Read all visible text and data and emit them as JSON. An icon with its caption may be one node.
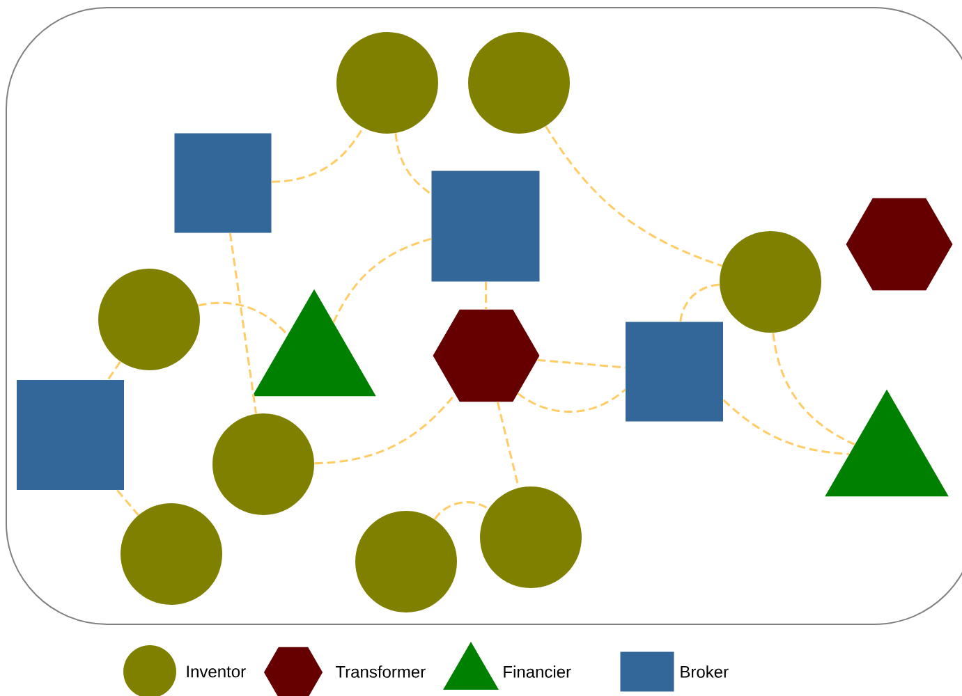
{
  "diagram": {
    "nodes": [
      {
        "text": [],
        "shape": "circle"
      },
      {
        "text": [],
        "shape": "circle"
      },
      {
        "text": [],
        "shape": "box"
      },
      {
        "text": [],
        "shape": "box"
      },
      {
        "text": [],
        "shape": "hexagon"
      },
      {
        "text": [],
        "shape": "circle"
      },
      {
        "text": [],
        "shape": "circle"
      },
      {
        "text": [],
        "shape": "triangle"
      },
      {
        "text": [],
        "shape": "hexagon"
      },
      {
        "text": [],
        "shape": "box"
      },
      {
        "text": [],
        "shape": "box"
      },
      {
        "text": [],
        "shape": "triangle"
      },
      {
        "text": [],
        "shape": "circle"
      },
      {
        "text": [],
        "shape": "circle"
      },
      {
        "text": [],
        "shape": "circle"
      },
      {
        "text": [],
        "shape": "circle"
      }
    ],
    "edges": [
      {
        "from": 2,
        "to": 0,
        "arrow": "none"
      },
      {
        "from": 0,
        "to": 3,
        "arrow": "none"
      },
      {
        "from": 1,
        "to": 5,
        "arrow": "none"
      },
      {
        "from": 2,
        "to": 12,
        "arrow": "none"
      },
      {
        "from": 6,
        "to": 7,
        "arrow": "none"
      },
      {
        "from": 3,
        "to": 7,
        "arrow": "none"
      },
      {
        "from": 3,
        "to": 8,
        "arrow": "none"
      },
      {
        "from": 5,
        "to": 9,
        "arrow": "none"
      },
      {
        "from": 8,
        "to": 9,
        "arrow": "none"
      },
      {
        "from": 8,
        "to": 9,
        "arrow": "none"
      },
      {
        "from": 5,
        "to": 11,
        "arrow": "none"
      },
      {
        "from": 9,
        "to": 11,
        "arrow": "none"
      },
      {
        "from": 6,
        "to": 10,
        "arrow": "none"
      },
      {
        "from": 10,
        "to": 14,
        "arrow": "none"
      },
      {
        "from": 12,
        "to": 8,
        "arrow": "none"
      },
      {
        "from": 8,
        "to": 13,
        "arrow": "none"
      },
      {
        "from": 15,
        "to": 13,
        "arrow": "none"
      }
    ],
    "legend": [
      {
        "text": "Inventor",
        "color": "#808000"
      },
      {
        "text": "Transformer",
        "color": "#660000"
      },
      {
        "text": "Financier",
        "color": "#008000"
      },
      {
        "text": "Broker",
        "color": "#336699"
      }
    ]
  }
}
